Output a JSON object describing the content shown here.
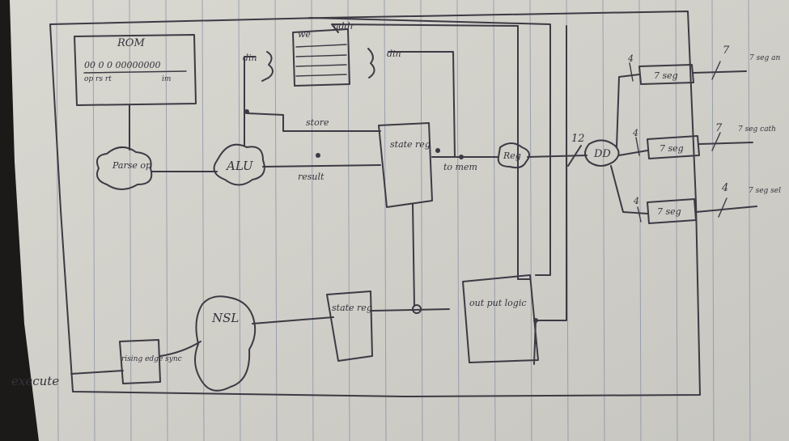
{
  "diagram": {
    "rom": {
      "label": "ROM",
      "fields": "00 0 0 00000000",
      "field_sub": "op rs rt",
      "field_imm": "im"
    },
    "decoder": {
      "label": "Parse op"
    },
    "alu": {
      "label": "ALU"
    },
    "regfile": {
      "we_label": "we",
      "addr_label": "addr",
      "din_left": "din",
      "din_right": "din"
    },
    "store_label": "store",
    "result_label": "result",
    "state_reg_top": "state reg",
    "to_mem_label": "to mem",
    "out_reg": "Reg",
    "dd": "DD",
    "seg_boxes": [
      "7 seg",
      "7 seg",
      "7 seg"
    ],
    "seg_outputs": [
      "7 seg an",
      "7 seg cath",
      "7 seg sel"
    ],
    "bus_widths": {
      "in": "12",
      "seg_in": [
        "4",
        "4",
        "4"
      ],
      "seg_out": [
        "7",
        "7",
        "4"
      ]
    },
    "nsl": {
      "label": "NSL"
    },
    "state_reg_bottom": "state reg",
    "output_logic": "out put logic",
    "edge": "rising edge sync",
    "execute": "execute"
  }
}
